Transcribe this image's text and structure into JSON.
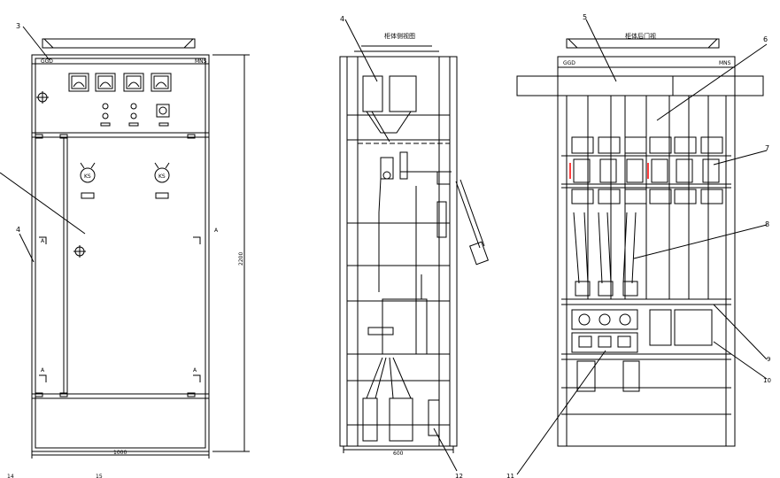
{
  "front_view": {
    "callouts": {
      "c1": "3",
      "c2": "4",
      "c3": "14",
      "c4": "15"
    },
    "section_marks": {
      "a1": "A",
      "a2": "A",
      "a3": "A",
      "a4": "A"
    },
    "brand_left": "GGD",
    "brand_right": "MNS",
    "switch_badges": {
      "s1": "KS",
      "s2": "KS"
    },
    "width_dim": "1000",
    "height_dim": "2200"
  },
  "side_view": {
    "title": "柜体侧视图",
    "callouts": {
      "c1": "4",
      "c2": "12"
    },
    "depth_dim": "600"
  },
  "rear_view": {
    "title": "柜体后门视",
    "brand_left": "GGD",
    "brand_right": "MNS",
    "callouts": {
      "c5": "5",
      "c6": "6",
      "c7": "7",
      "c8": "8",
      "c9": "9",
      "c10": "10",
      "c11": "11"
    }
  },
  "colors": {
    "line": "#000000",
    "background": "#ffffff",
    "accent": "#ff0000"
  }
}
